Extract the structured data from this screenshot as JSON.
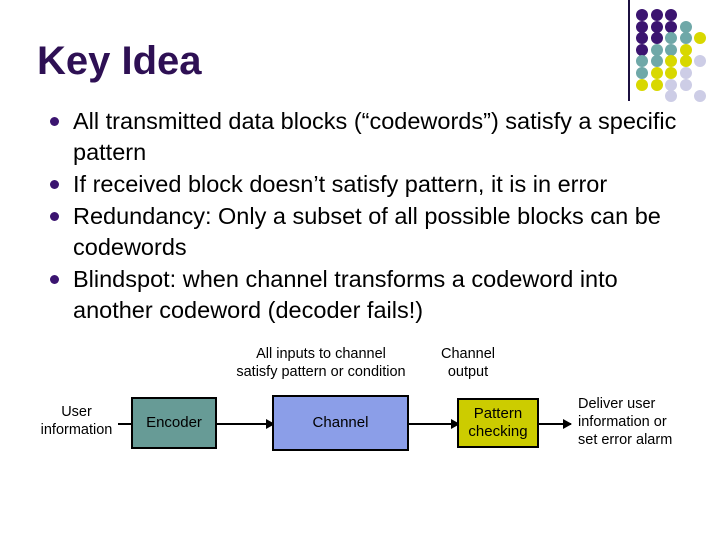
{
  "slide": {
    "title": "Key Idea",
    "title_color": "#2e1054",
    "background": "#ffffff"
  },
  "decoration": {
    "name": "dot-grid",
    "line_color": "#1c1040",
    "palette": {
      "purple": "#3b1470",
      "teal": "#6fa8a8",
      "yellow": "#d8d800",
      "lavender": "#cdcde6"
    },
    "rows": [
      [
        "purple",
        "purple",
        "purple",
        null,
        null
      ],
      [
        "purple",
        "purple",
        "purple",
        "teal",
        null
      ],
      [
        "purple",
        "purple",
        "teal",
        "teal",
        "yellow"
      ],
      [
        "purple",
        "teal",
        "teal",
        "yellow",
        null
      ],
      [
        "teal",
        "teal",
        "yellow",
        "yellow",
        "lavender"
      ],
      [
        "teal",
        "yellow",
        "yellow",
        "lavender",
        null
      ],
      [
        "yellow",
        "yellow",
        "lavender",
        "lavender",
        null
      ],
      [
        null,
        null,
        "lavender",
        null,
        "lavender"
      ]
    ]
  },
  "bullets": {
    "marker_color": "#3b1470",
    "items": [
      "All transmitted data blocks (“codewords”) satisfy a specific pattern",
      "If received block doesn’t satisfy pattern, it is in error",
      "Redundancy:  Only a subset of all possible blocks can be codewords",
      "Blindspot:  when channel transforms a codeword into another codeword (decoder fails!)"
    ]
  },
  "diagram": {
    "annotations": {
      "channel_input": "All inputs to channel\nsatisfy pattern or condition",
      "channel_output": "Channel\noutput"
    },
    "input_label": "User\ninformation",
    "output_label": "Deliver user\ninformation or\nset error alarm",
    "boxes": [
      {
        "id": "encoder",
        "label": "Encoder",
        "fill": "#679b96"
      },
      {
        "id": "channel",
        "label": "Channel",
        "fill": "#8b9ee8"
      },
      {
        "id": "pattern-checking",
        "label": "Pattern\nchecking",
        "fill": "#cccc00"
      }
    ]
  }
}
